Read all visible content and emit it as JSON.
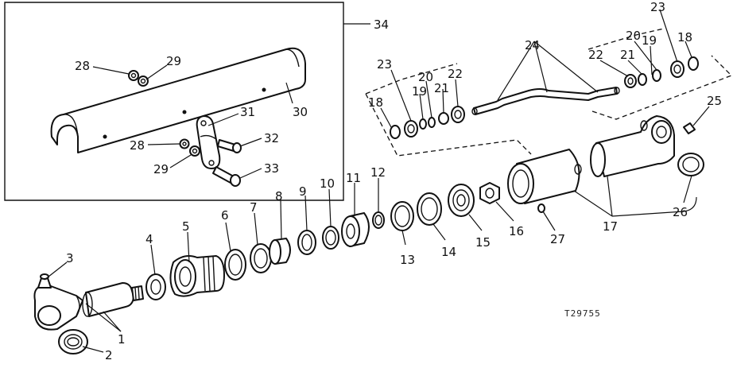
{
  "figure_id": "T29755",
  "colors": {
    "ink": "#111111",
    "paper": "#ffffff"
  },
  "labels": [
    {
      "id": "p1",
      "text": "1"
    },
    {
      "id": "p2",
      "text": "2"
    },
    {
      "id": "p3",
      "text": "3"
    },
    {
      "id": "p4",
      "text": "4"
    },
    {
      "id": "p5",
      "text": "5"
    },
    {
      "id": "p6",
      "text": "6"
    },
    {
      "id": "p7",
      "text": "7"
    },
    {
      "id": "p8",
      "text": "8"
    },
    {
      "id": "p9",
      "text": "9"
    },
    {
      "id": "p10",
      "text": "10"
    },
    {
      "id": "p11",
      "text": "11"
    },
    {
      "id": "p12",
      "text": "12"
    },
    {
      "id": "p13",
      "text": "13"
    },
    {
      "id": "p14",
      "text": "14"
    },
    {
      "id": "p15",
      "text": "15"
    },
    {
      "id": "p16",
      "text": "16"
    },
    {
      "id": "p17",
      "text": "17"
    },
    {
      "id": "p18a",
      "text": "18"
    },
    {
      "id": "p18b",
      "text": "18"
    },
    {
      "id": "p19a",
      "text": "19"
    },
    {
      "id": "p19b",
      "text": "19"
    },
    {
      "id": "p20a",
      "text": "20"
    },
    {
      "id": "p20b",
      "text": "20"
    },
    {
      "id": "p21a",
      "text": "21"
    },
    {
      "id": "p21b",
      "text": "21"
    },
    {
      "id": "p22a",
      "text": "22"
    },
    {
      "id": "p22b",
      "text": "22"
    },
    {
      "id": "p23a",
      "text": "23"
    },
    {
      "id": "p23b",
      "text": "23"
    },
    {
      "id": "p24",
      "text": "24"
    },
    {
      "id": "p25",
      "text": "25"
    },
    {
      "id": "p26",
      "text": "26"
    },
    {
      "id": "p27",
      "text": "27"
    },
    {
      "id": "p28a",
      "text": "28"
    },
    {
      "id": "p28b",
      "text": "28"
    },
    {
      "id": "p29a",
      "text": "29"
    },
    {
      "id": "p29b",
      "text": "29"
    },
    {
      "id": "p30",
      "text": "30"
    },
    {
      "id": "p31",
      "text": "31"
    },
    {
      "id": "p32",
      "text": "32"
    },
    {
      "id": "p33",
      "text": "33"
    },
    {
      "id": "p34",
      "text": "34"
    }
  ]
}
